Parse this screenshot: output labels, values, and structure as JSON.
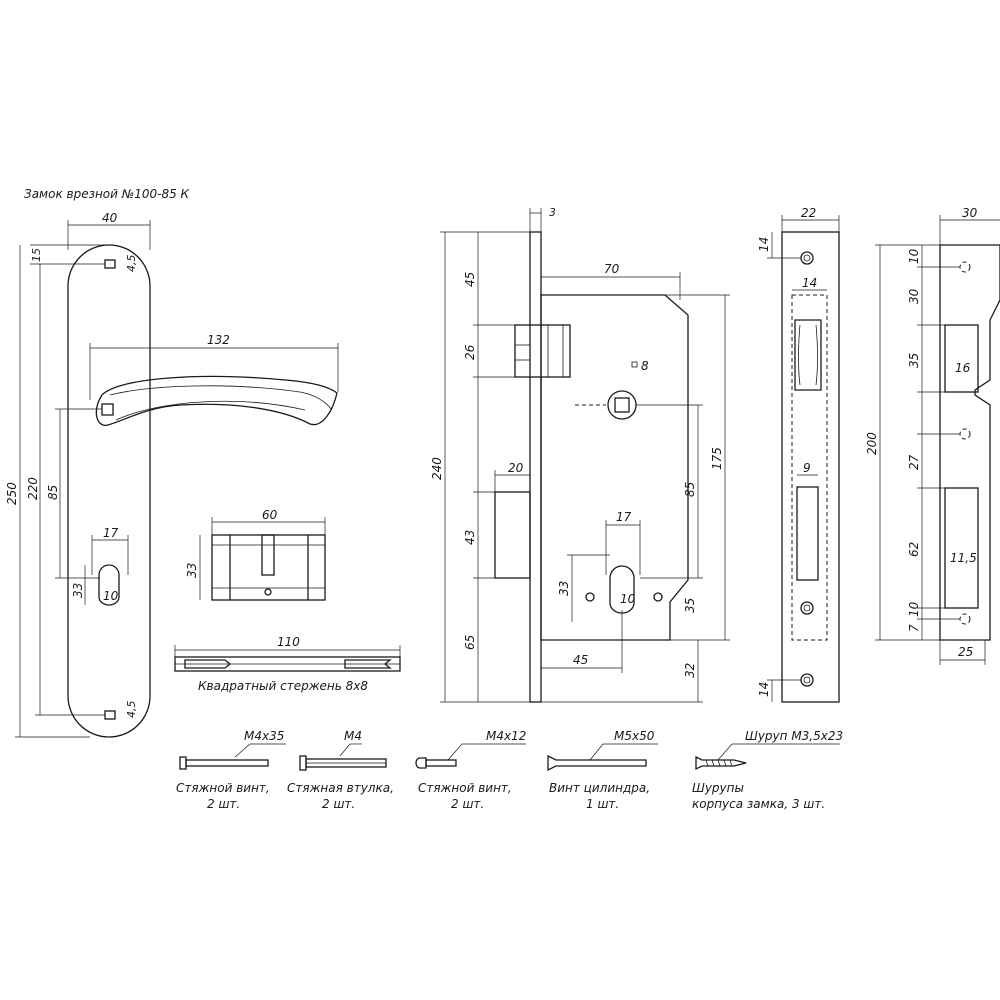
{
  "title": "Замок врезной №100-85 К",
  "handle": {
    "width": "40",
    "top_offset": "15",
    "screw_hole": "4,5",
    "bottom_screw_hole": "4,5",
    "lever_length": "132",
    "total_height": "250",
    "hole_span": "220",
    "spindle_to_cylinder": "85",
    "cyl_width": "17",
    "cyl_height": "33",
    "cyl_bottom": "10"
  },
  "cylinder": {
    "length": "60",
    "height": "33"
  },
  "rod": {
    "length": "110",
    "caption": "Квадратный стержень 8х8"
  },
  "lock_body": {
    "faceplate_thick": "3",
    "backset": "70",
    "top": "45",
    "latch_h": "26",
    "spindle_sq": "8",
    "total_h": "240",
    "bolt_w": "20",
    "bolt_h": "43",
    "bolt_bottom": "65",
    "cyl_w": "17",
    "cyl_h": "33",
    "cyl_bottom": "10",
    "cyl_backset": "45",
    "center_distance": "85",
    "body_h": "175",
    "cyl_to_bottom": "35",
    "bottom_gap": "32"
  },
  "faceplate": {
    "width": "22",
    "top": "14",
    "inner": "14",
    "slot": "9",
    "bottom": "14"
  },
  "strike": {
    "width": "30",
    "top": "10",
    "a": "30",
    "b": "35",
    "slot1_w": "16",
    "total": "200",
    "c": "27",
    "d": "62",
    "slot2_w": "11,5",
    "e": "10",
    "f": "7",
    "bottom_w": "25"
  },
  "parts": [
    {
      "spec": "М4х35",
      "caption1": "Стяжной винт,",
      "caption2": "2 шт."
    },
    {
      "spec": "М4",
      "caption1": "Стяжная втулка,",
      "caption2": "2 шт."
    },
    {
      "spec": "М4х12",
      "caption1": "Стяжной винт,",
      "caption2": "2 шт."
    },
    {
      "spec": "М5х50",
      "caption1": "Винт цилиндра,",
      "caption2": "1 шт."
    },
    {
      "spec": "Шуруп М3,5х23",
      "caption1": "Шурупы",
      "caption2": "корпуса замка, 3 шт."
    }
  ]
}
